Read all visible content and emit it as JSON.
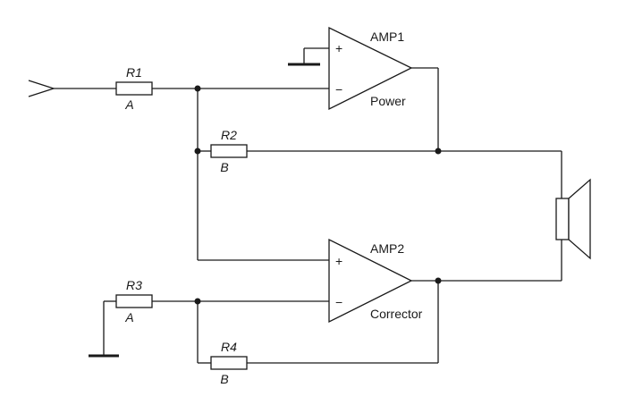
{
  "amp1": {
    "name": "AMP1",
    "role": "Power",
    "plus": "+",
    "minus": "−"
  },
  "amp2": {
    "name": "AMP2",
    "role": "Corrector",
    "plus": "+",
    "minus": "−"
  },
  "r1": {
    "name": "R1",
    "value": "A"
  },
  "r2": {
    "name": "R2",
    "value": "B"
  },
  "r3": {
    "name": "R3",
    "value": "A"
  },
  "r4": {
    "name": "R4",
    "value": "B"
  }
}
